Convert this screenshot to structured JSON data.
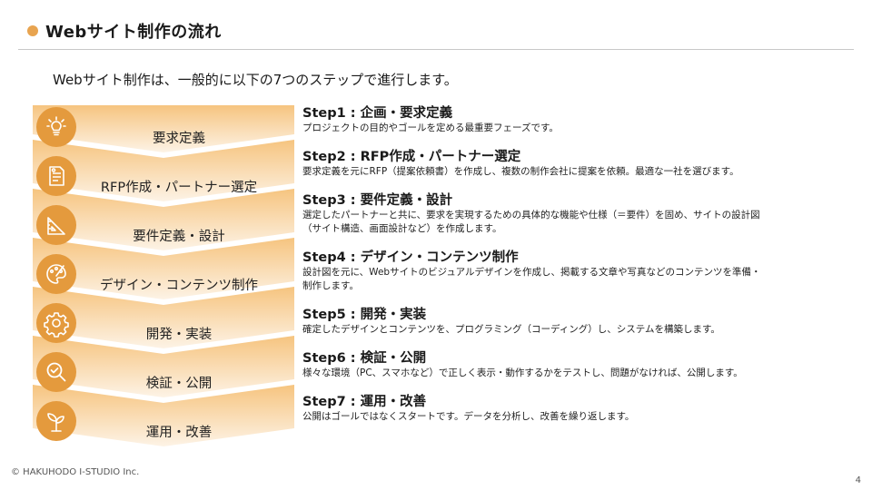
{
  "header": {
    "title": "Webサイト制作の流れ"
  },
  "intro": "Webサイト制作は、一般的に以下の7つのステップで進行します。",
  "funnel": [
    {
      "label": "要求定義",
      "icon": "lightbulb-icon"
    },
    {
      "label": "RFP作成・パートナー選定",
      "icon": "document-icon"
    },
    {
      "label": "要件定義・設計",
      "icon": "ruler-icon"
    },
    {
      "label": "デザイン・コンテンツ制作",
      "icon": "palette-icon"
    },
    {
      "label": "開発・実装",
      "icon": "gear-icon"
    },
    {
      "label": "検証・公開",
      "icon": "magnifier-check-icon"
    },
    {
      "label": "運用・改善",
      "icon": "sprout-icon"
    }
  ],
  "steps": [
    {
      "title": "Step1 : 企画・要求定義",
      "lines": [
        "プロジェクトの目的やゴールを定める最重要フェーズです。"
      ]
    },
    {
      "title": "Step2 : RFP作成・パートナー選定",
      "lines": [
        "要求定義を元にRFP（提案依頼書）を作成し、複数の制作会社に提案を依頼。最適な一社を選びます。"
      ]
    },
    {
      "title": "Step3 : 要件定義・設計",
      "lines": [
        "選定したパートナーと共に、要求を実現するための具体的な機能や仕様（＝要件）を固め、サイトの設計図",
        "（サイト構造、画面設計など）を作成します。"
      ]
    },
    {
      "title": "Step4 : デザイン・コンテンツ制作",
      "lines": [
        "設計図を元に、Webサイトのビジュアルデザインを作成し、掲載する文章や写真などのコンテンツを準備・",
        "制作します。"
      ]
    },
    {
      "title": "Step5 : 開発・実装",
      "lines": [
        "確定したデザインとコンテンツを、プログラミング（コーディング）し、システムを構築します。"
      ]
    },
    {
      "title": "Step6 : 検証・公開",
      "lines": [
        "様々な環境（PC、スマホなど）で正しく表示・動作するかをテストし、問題がなければ、公開します。"
      ]
    },
    {
      "title": "Step7 : 運用・改善",
      "lines": [
        " 公開はゴールではなくスタートです。データを分析し、改善を繰り返します。"
      ]
    }
  ],
  "colors": {
    "accent": "#e49a3d",
    "chevron_top": "#f7c98a",
    "chevron_bottom": "#fdf1e0"
  },
  "footer": {
    "copyright": "© HAKUHODO I-STUDIO Inc.",
    "page": "4"
  }
}
